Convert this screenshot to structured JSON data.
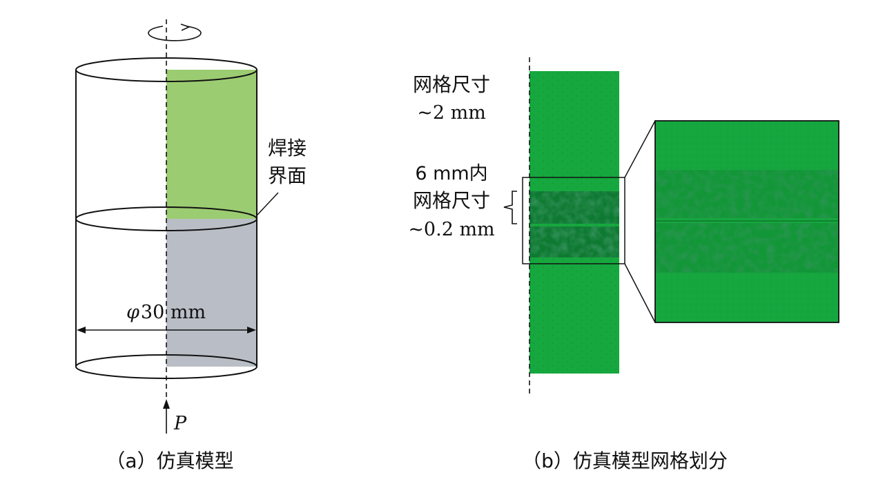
{
  "panel_a": {
    "label_welding_line1": "焊接",
    "label_welding_line2": "界面",
    "dimension_symbol": "φ",
    "dimension_value": "30 mm",
    "load_label": "P",
    "caption": "（a）仿真模型"
  },
  "panel_b": {
    "coarse_mesh_line1": "网格尺寸",
    "coarse_mesh_line2": "~2 mm",
    "fine_mesh_line1": "6 mm内",
    "fine_mesh_line2": "网格尺寸",
    "fine_mesh_line3": "~0.2 mm",
    "caption": "（b）仿真模型网格划分"
  },
  "colors": {
    "upper_part": "#9ccc72",
    "lower_part": "#b9bec6",
    "mesh_green": "#16a83f",
    "mesh_dark": "#0c5e22",
    "outline": "#111111"
  }
}
